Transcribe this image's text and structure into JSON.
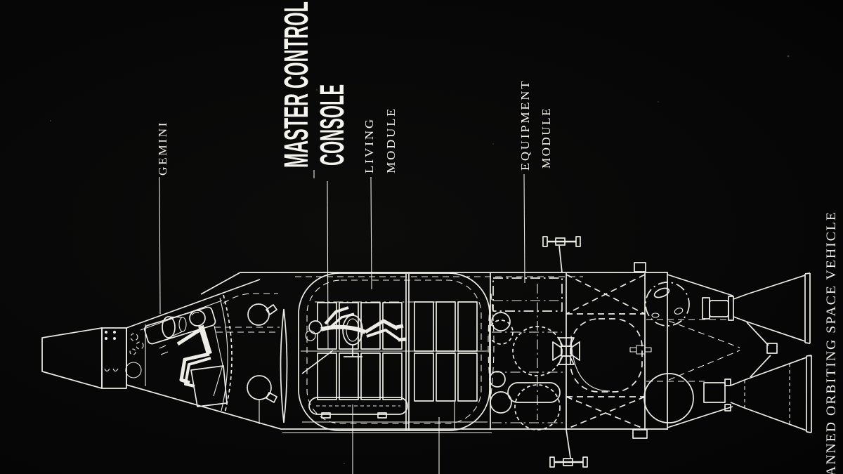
{
  "image": {
    "background_color": "#070707",
    "line_color": "#edece6",
    "text_color": "#f3f1ea",
    "style": "white technical cutaway line drawing on black photographic background"
  },
  "labels": {
    "gemini": "GEMINI",
    "master_control_console": {
      "line1": "MASTER CONTROL",
      "line2": "CONSOLE"
    },
    "living_module": {
      "line1": "LIVING",
      "line2": "MODULE"
    },
    "equipment_module": {
      "line1": "EQUIPMENT",
      "line2": "MODULE"
    },
    "edge_caption": "ANNED ORBITING SPACE VEHICLE"
  }
}
